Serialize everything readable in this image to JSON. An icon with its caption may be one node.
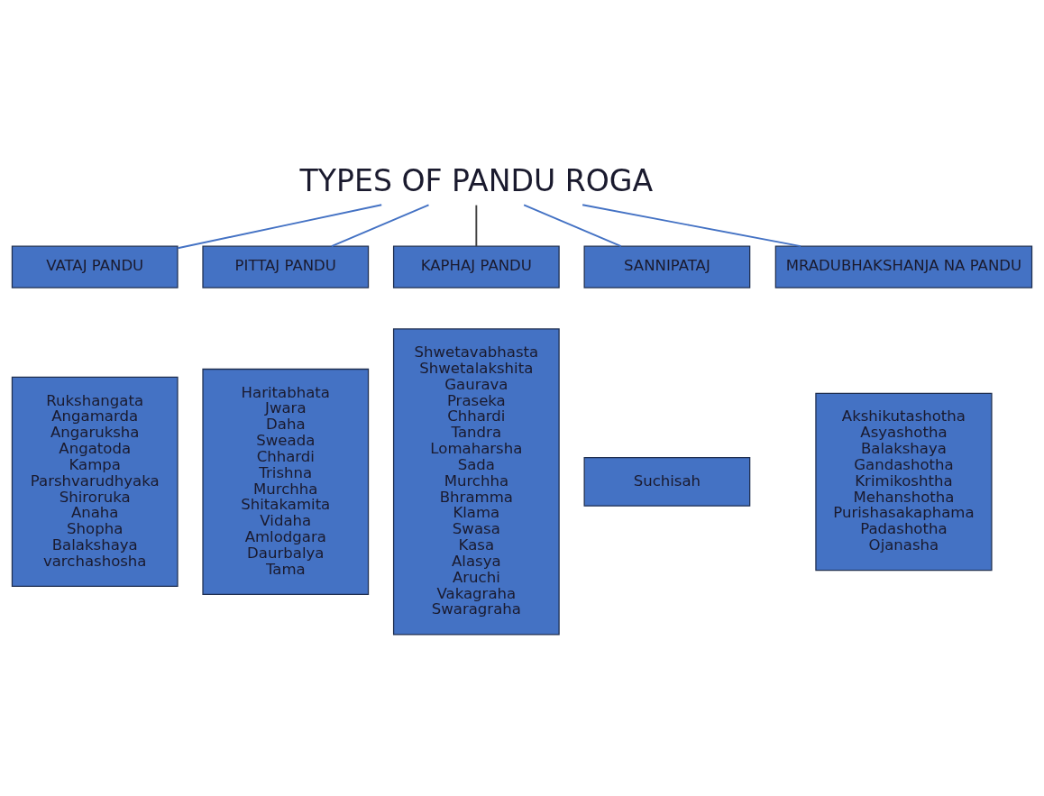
{
  "diagram": {
    "nodes": [
      {
        "text": [
          "TYPES OF PANDU ROGA"
        ]
      },
      {
        "text": [
          "VATAJ PANDU"
        ]
      },
      {
        "text": [
          "Rukshangata",
          "Angamarda",
          "Angaruksha",
          "Angatoda",
          "Kampa",
          "Parshvarudhyaka",
          "Shiroruka",
          "Anaha",
          "Shopha",
          "Balakshaya",
          "varchashosha"
        ]
      },
      {
        "text": [
          "PITTAJ PANDU"
        ]
      },
      {
        "text": [
          "Haritabhata",
          "Jwara",
          "Daha",
          "Sweada",
          "Chhardi",
          "Trishna",
          "Murchha",
          "Shitakamita",
          "Vidaha",
          "Amlodgara",
          "Daurbalya",
          "Tama"
        ]
      },
      {
        "text": [
          "KAPHAJ PANDU"
        ]
      },
      {
        "text": [
          "Shwetavabhasta",
          "Shwetalakshita",
          "Gaurava",
          "Praseka",
          "Chhardi",
          "Tandra",
          "Lomaharsha",
          "Sada",
          "Murchha",
          "Bhramma",
          "Klama",
          "Swasa",
          "Kasa",
          "Alasya",
          "Aruchi",
          "Vakagraha",
          "Swaragraha"
        ]
      },
      {
        "text": [
          "SANNIPATAJ"
        ]
      },
      {
        "text": [
          "Suchisah"
        ]
      },
      {
        "text": [
          "MRADUBHAKSHANJA NA PANDU"
        ]
      },
      {
        "text": [
          "Akshikutashotha",
          "Asyashotha",
          "Balakshaya",
          "Gandashotha",
          "Krimikoshtha",
          "Mehanshotha",
          "Purishasakaphama",
          "Padashotha",
          "Ojanasha"
        ]
      }
    ],
    "edges": [
      {
        "from": 0,
        "to": 1,
        "arrow": "none"
      },
      {
        "from": 0,
        "to": 3,
        "arrow": "none"
      },
      {
        "from": 0,
        "to": 5,
        "arrow": "none",
        "color": "#404040"
      },
      {
        "from": 0,
        "to": 7,
        "arrow": "none"
      },
      {
        "from": 0,
        "to": 9,
        "arrow": "none"
      }
    ]
  }
}
